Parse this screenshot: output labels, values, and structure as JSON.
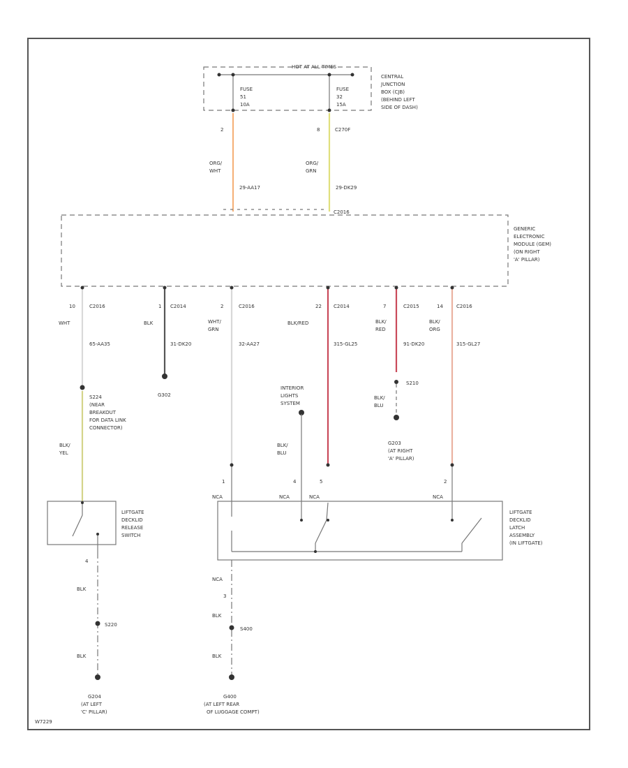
{
  "colors": {
    "org_wht": "#f5b27a",
    "org_grn": "#e0df7c",
    "wht": "#d9d9d9",
    "blk": "#555555",
    "wht_grn": "#d8d8d8",
    "blk_red_bar": "#c94a5a",
    "blk_red": "#c94a5a",
    "blk_org": "#eab2a0",
    "blk_yel": "#d4d48a"
  },
  "top": {
    "hot": "HOT AT ALL TIMES",
    "fuse1": [
      "FUSE",
      "51",
      "10A"
    ],
    "fuse2": [
      "FUSE",
      "32",
      "15A"
    ],
    "cjb": [
      "CENTRAL",
      "JUNCTION",
      "BOX (CJB)",
      "(BEHIND LEFT",
      "SIDE OF DASH)"
    ],
    "pin_a": "2",
    "pin_b": "8",
    "c270f": "C270F",
    "wire_a_color": [
      "ORG/",
      "WHT"
    ],
    "wire_a_id": "29-AA17",
    "wire_b_color": [
      "ORG/",
      "GRN"
    ],
    "wire_b_id": "29-DK29",
    "gem_conn": "C2016"
  },
  "gem": {
    "label": [
      "GENERIC",
      "ELECTRONIC",
      "MODULE (GEM)",
      "(ON RIGHT",
      "'A' PILLAR)"
    ]
  },
  "outputs": [
    {
      "pin": "10",
      "conn": "C2016",
      "color": [
        "WHT"
      ],
      "wire": "65-AA35"
    },
    {
      "pin": "1",
      "conn": "C2014",
      "color": [
        "BLK"
      ],
      "wire": "31-DK20"
    },
    {
      "pin": "2",
      "conn": "C2016",
      "color": [
        "WHT/",
        "GRN"
      ],
      "wire": "32-AA27"
    },
    {
      "pin": "22",
      "conn": "C2014",
      "color": [
        "BLK/RED"
      ],
      "wire": "315-GL25"
    },
    {
      "pin": "7",
      "conn": "C2015",
      "color": [
        "BLK/",
        "RED"
      ],
      "wire": "91-DK20"
    },
    {
      "pin": "14",
      "conn": "C2016",
      "color": [
        "BLK/",
        "ORG"
      ],
      "wire": "315-GL27"
    }
  ],
  "g302": "G302",
  "s224": [
    "S224",
    "(NEAR",
    "BREAKOUT",
    "FOR DATA LINK",
    "CONNECTOR)"
  ],
  "blk_yel": [
    "BLK/",
    "YEL"
  ],
  "interior": [
    "INTERIOR",
    "LIGHTS",
    "SYSTEM"
  ],
  "blk_blu": [
    "BLK/",
    "BLU"
  ],
  "s210": "S210",
  "g203": [
    "G203",
    "(AT RIGHT",
    "'A' PILLAR)"
  ],
  "blk_blu2": [
    "BLK/",
    "BLU"
  ],
  "liftgate_switch": [
    "LIFTGATE",
    "DECKLID",
    "RELEASE",
    "SWITCH"
  ],
  "liftgate_latch": [
    "LIFTGATE",
    "DECKLID",
    "LATCH",
    "ASSEMBLY",
    "(IN LIFTGATE)"
  ],
  "latch_pins": {
    "p1": "1",
    "p4": "4",
    "p5": "5",
    "p2": "2",
    "nca": "NCA"
  },
  "switch_bottom_pin": "4",
  "left_ground": {
    "blk1": "BLK",
    "splice": "S220",
    "blk2": "BLK",
    "g": [
      "G204",
      "(AT LEFT",
      "'C' PILLAR)"
    ]
  },
  "right_ground": {
    "nca": "NCA",
    "pin": "3",
    "blk1": "BLK",
    "splice": "S400",
    "blk2": "BLK",
    "g": [
      "G400",
      "(AT LEFT REAR",
      "OF LUGGAGE COMPT)"
    ]
  },
  "fig_id": "W7229"
}
